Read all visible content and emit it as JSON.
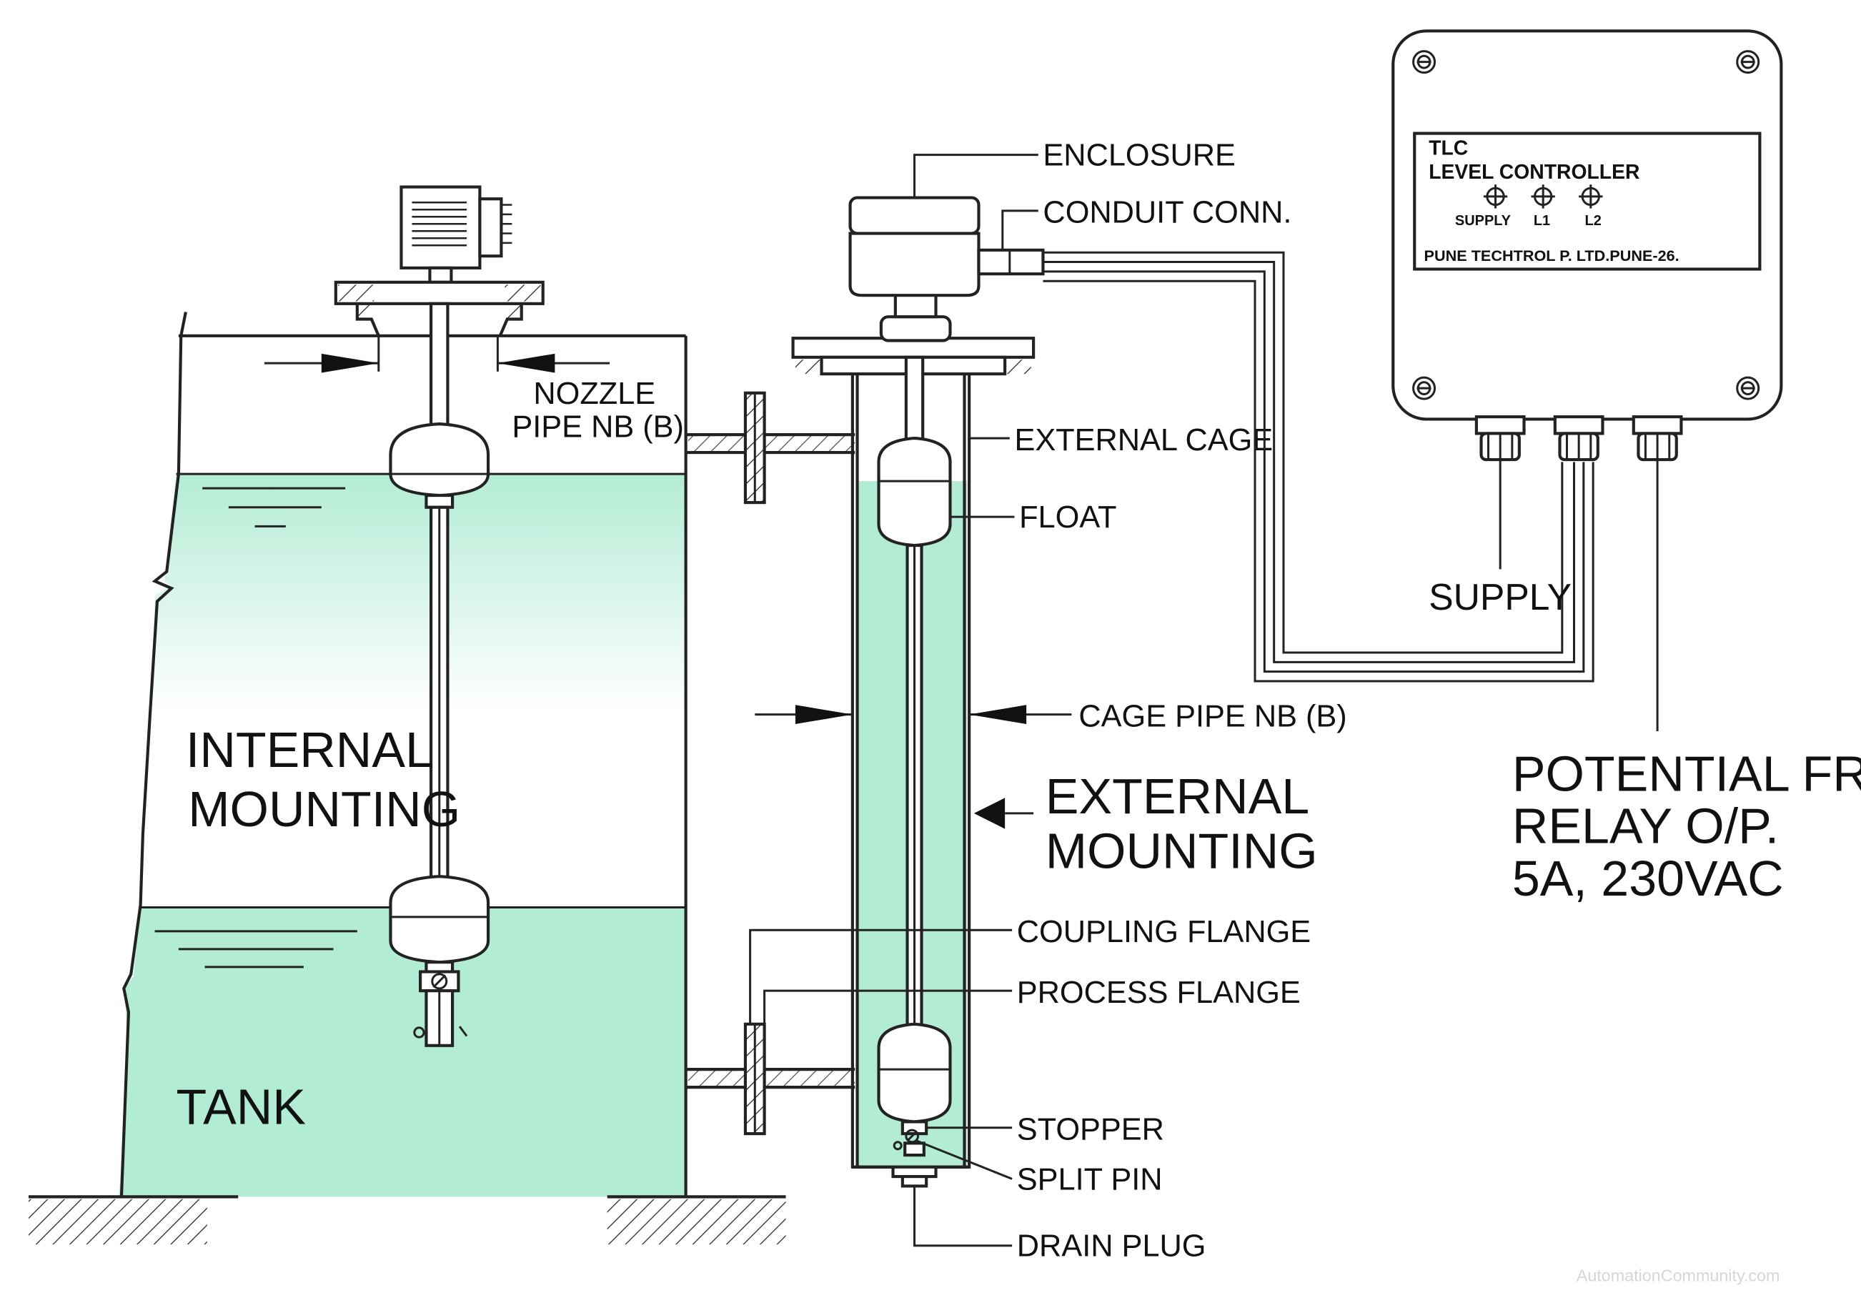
{
  "colors": {
    "liquid": "#b3ecd5",
    "line": "#222222",
    "background": "#ffffff"
  },
  "labels": {
    "nozzle_line1": "NOZZLE",
    "nozzle_line2": "PIPE NB (B)",
    "internal_line1": "INTERNAL",
    "internal_line2": "MOUNTING",
    "tank": "TANK",
    "enclosure": "ENCLOSURE",
    "conduit": "CONDUIT CONN.",
    "external_cage": "EXTERNAL CAGE",
    "float": "FLOAT",
    "cage_pipe": "CAGE PIPE NB (B)",
    "external_line1": "EXTERNAL",
    "external_line2": "MOUNTING",
    "coupling_flange": "COUPLING FLANGE",
    "process_flange": "PROCESS FLANGE",
    "stopper": "STOPPER",
    "split_pin": "SPLIT PIN",
    "drain_plug": "DRAIN PLUG",
    "supply": "SUPPLY",
    "relay_line1": "POTENTIAL FREE",
    "relay_line2": "RELAY O/P.",
    "relay_line3": "5A, 230VAC"
  },
  "controller": {
    "title_line1": "TLC",
    "title_line2": "LEVEL CONTROLLER",
    "indicator_supply": "SUPPLY",
    "indicator_l1": "L1",
    "indicator_l2": "L2",
    "maker": "PUNE TECHTROL P. LTD.PUNE-26."
  },
  "watermark": "AutomationCommunity.com"
}
